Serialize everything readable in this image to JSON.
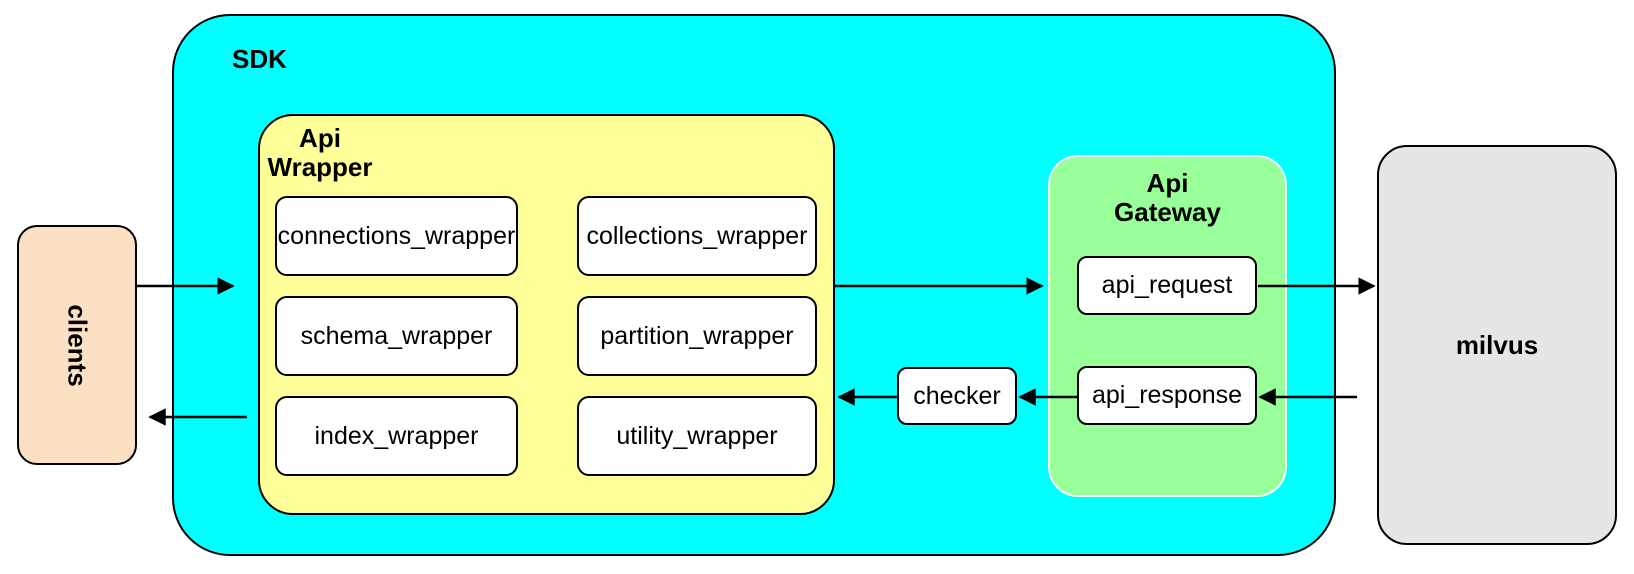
{
  "colors": {
    "sdk_fill": "#00ffff",
    "api_wrapper_fill": "#ffff99",
    "api_gateway_fill": "#99ff99",
    "clients_fill": "#fbe0c3",
    "milvus_fill": "#e6e6e6",
    "node_fill": "#ffffff",
    "stroke": "#000000"
  },
  "nodes": {
    "clients": {
      "label": "clients"
    },
    "sdk": {
      "label": "SDK"
    },
    "api_wrapper": {
      "label": "Api\nWrapper"
    },
    "api_gateway": {
      "label": "Api\nGateway"
    },
    "api_request": {
      "label": "api_request"
    },
    "api_response": {
      "label": "api_response"
    },
    "checker": {
      "label": "checker"
    },
    "milvus": {
      "label": "milvus"
    }
  },
  "wrapper_modules": [
    {
      "label": "connections_wrapper"
    },
    {
      "label": "collections_wrapper"
    },
    {
      "label": "schema_wrapper"
    },
    {
      "label": "partition_wrapper"
    },
    {
      "label": "index_wrapper"
    },
    {
      "label": "utility_wrapper"
    }
  ],
  "connections": [
    {
      "from": "clients",
      "to": "sdk"
    },
    {
      "from": "sdk",
      "to": "clients"
    },
    {
      "from": "api_wrapper",
      "to": "api_gateway"
    },
    {
      "from": "api_request",
      "to": "milvus"
    },
    {
      "from": "milvus",
      "to": "api_response"
    },
    {
      "from": "api_response",
      "to": "checker"
    },
    {
      "from": "checker",
      "to": "api_wrapper"
    }
  ]
}
